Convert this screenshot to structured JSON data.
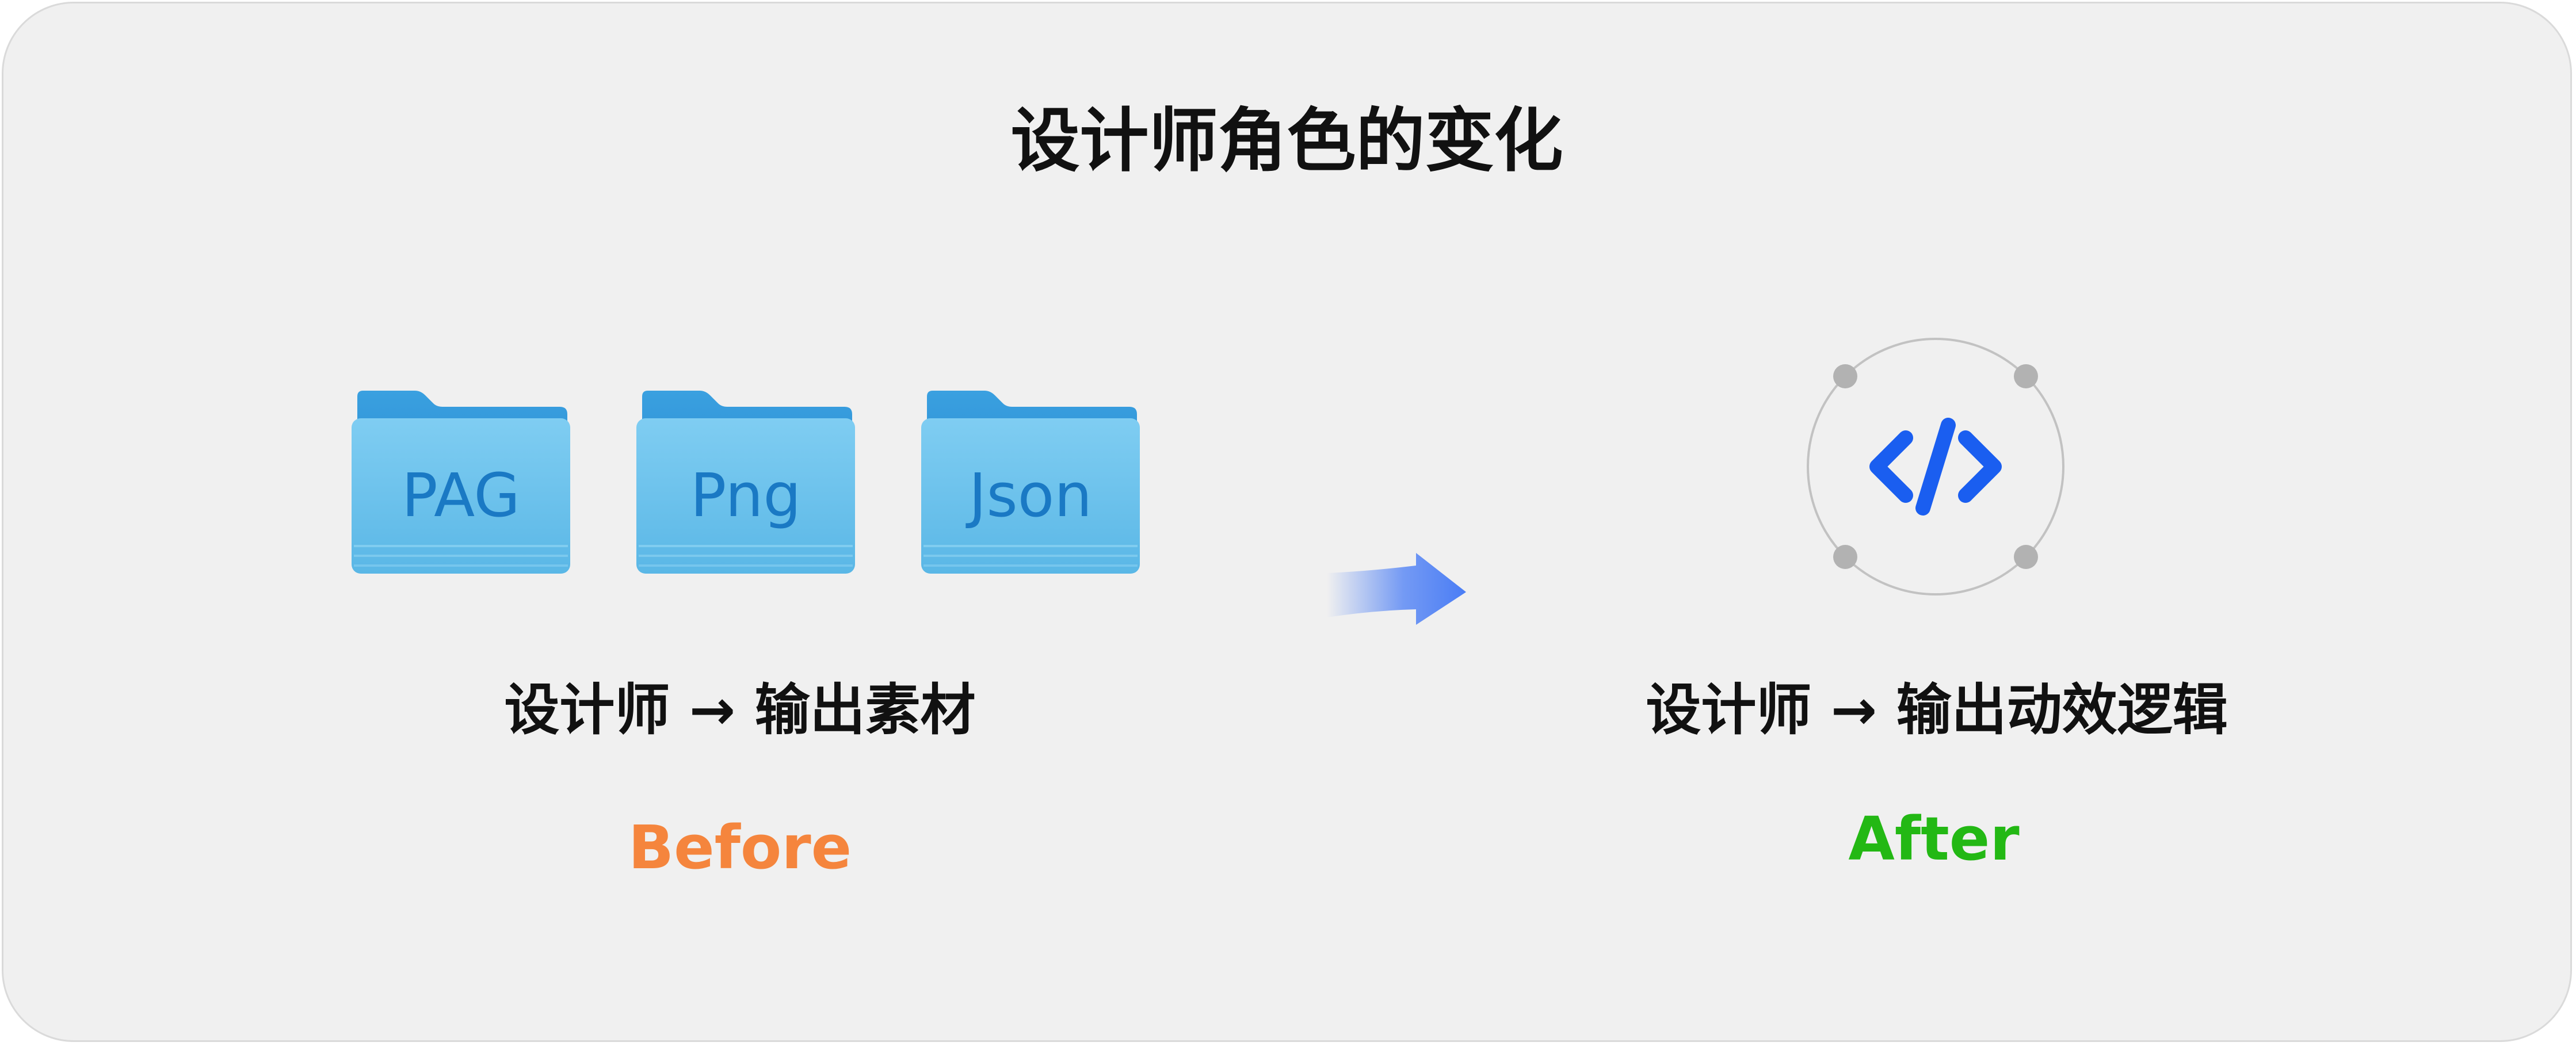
{
  "title": "设计师角色的变化",
  "before": {
    "files": [
      {
        "label": "PAG"
      },
      {
        "label": "Png"
      },
      {
        "label": "Json"
      }
    ],
    "caption": "设计师 → 输出素材",
    "stage_label": "Before",
    "stage_color": "#f5853d"
  },
  "after": {
    "caption": "设计师 → 输出动效逻辑",
    "stage_label": "After",
    "stage_color": "#23b814",
    "icon": "code-icon"
  },
  "colors": {
    "folder_front": "#6cc2ec",
    "folder_back": "#2b90d6",
    "folder_text": "#1a79c4",
    "code_blue": "#1a5ef0",
    "arrow_blue": "#4a7df5",
    "ring_gray": "#c2c2c2",
    "dot_gray": "#b2b2b2"
  }
}
